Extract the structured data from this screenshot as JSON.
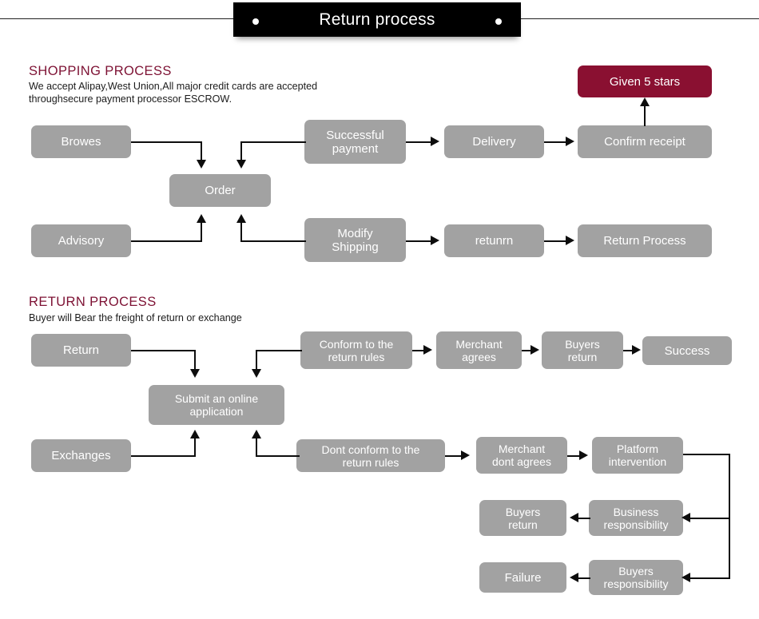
{
  "header": {
    "title": "Return process",
    "dot_left": "bullet-dot",
    "dot_right": "bullet-dot"
  },
  "shopping_section": {
    "heading": "SHOPPING PROCESS",
    "description": "We accept Alipay,West Union,All major credit cards are accepted\nthroughsecure payment processor ESCROW.",
    "nodes": {
      "browes": "Browes",
      "order": "Order",
      "successful_payment": "Successful\npayment",
      "delivery": "Delivery",
      "confirm_receipt": "Confirm receipt",
      "given_5_stars": "Given 5 stars",
      "advisory": "Advisory",
      "modify_shipping": "Modify\nShipping",
      "retunrn": "retunrn",
      "return_process": "Return Process"
    }
  },
  "return_section": {
    "heading": "RETURN PROCESS",
    "description": "Buyer will Bear the freight of return or exchange",
    "nodes": {
      "return": "Return",
      "submit_online_application": "Submit an online\napplication",
      "conform_rules": "Conform to the\nreturn rules",
      "merchant_agrees": "Merchant\nagrees",
      "buyers_return_top": "Buyers\nreturn",
      "success": "Success",
      "exchanges": "Exchanges",
      "dont_conform_rules": "Dont conform to the\nreturn rules",
      "merchant_dont_agrees": "Merchant\ndont agrees",
      "platform_intervention": "Platform\nintervention",
      "business_responsibility": "Business\nresponsibility",
      "buyers_return_bottom": "Buyers\nreturn",
      "buyers_responsibility": "Buyers\nresponsibility",
      "failure": "Failure"
    }
  },
  "colors": {
    "banner_bg": "#000000",
    "node_gray": "#a2a2a2",
    "node_accent": "#8a1031",
    "heading_maroon": "#7d1133",
    "connector": "#0d0d0d",
    "page_bg": "#ffffff"
  }
}
